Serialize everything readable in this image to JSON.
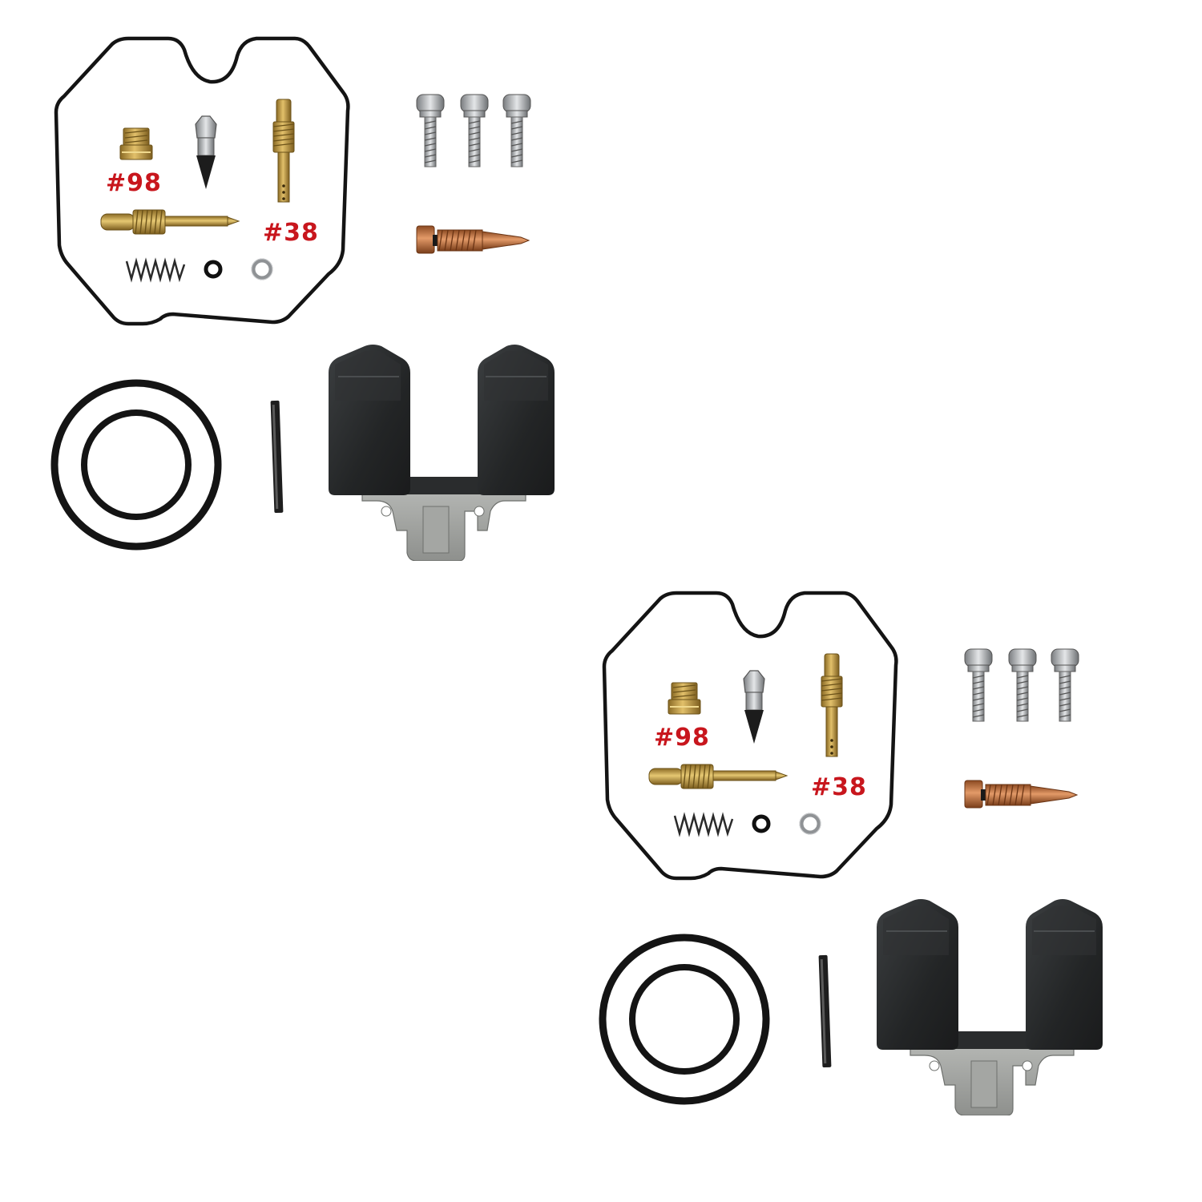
{
  "kits": [
    {
      "main_jet_label": "#98",
      "pilot_jet_label": "#38"
    },
    {
      "main_jet_label": "#98",
      "pilot_jet_label": "#38"
    }
  ],
  "colors": {
    "label_red": "#c8161d",
    "brass": "#c9a04a",
    "copper": "#c87a45",
    "float_black": "#2b2d2e",
    "gasket_black": "#141414"
  },
  "icons": [
    "gasket-icon",
    "main-jet-icon",
    "float-needle-icon",
    "pilot-jet-icon",
    "mixture-screw-icon",
    "spring-icon",
    "o-ring-icon",
    "washer-icon",
    "bowl-screw-icon",
    "air-screw-icon",
    "bowl-o-ring-icon",
    "float-pin-icon",
    "float-icon"
  ]
}
